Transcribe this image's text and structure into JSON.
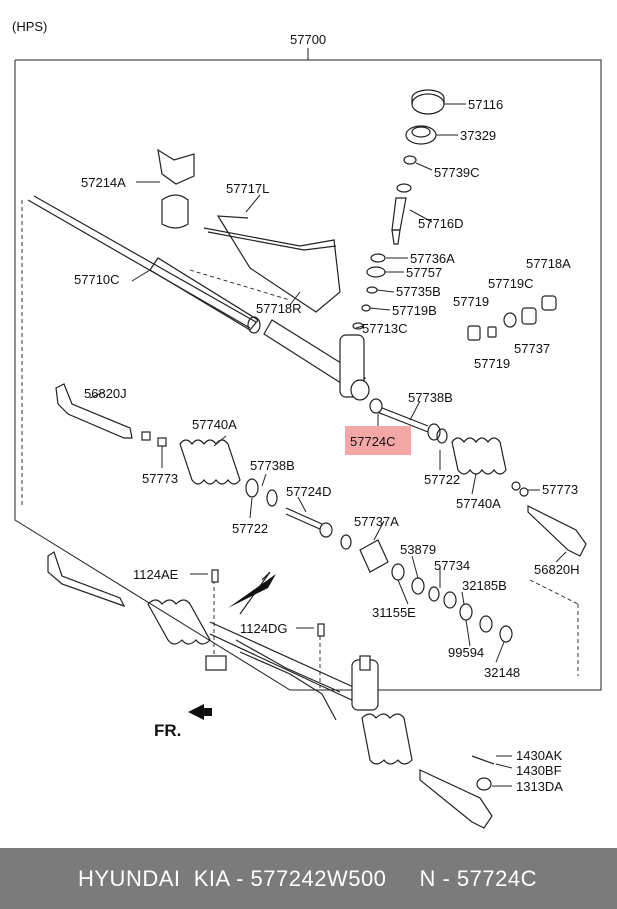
{
  "header": {
    "system_label": "(HPS)",
    "assembly_number": "57700"
  },
  "highlight": {
    "part_number": "57724C",
    "color": "#f4a7a7"
  },
  "parts": [
    "57116",
    "37329",
    "57739C",
    "57716D",
    "57736A",
    "57757",
    "57735B",
    "57719B",
    "57713C",
    "57718A",
    "57719C",
    "57719",
    "57737",
    "57719",
    "57214A",
    "57717L",
    "57710C",
    "57718R",
    "56820J",
    "57740A",
    "57773",
    "57738B",
    "57722",
    "57724D",
    "57737A",
    "57738B",
    "57722",
    "57740A",
    "57773",
    "56820H",
    "53879",
    "57734",
    "32185B",
    "31155E",
    "99594",
    "32148",
    "1124AE",
    "1124DG",
    "FR.",
    "1430AK",
    "1430BF",
    "1313DA"
  ],
  "footer": {
    "text": "HYUNDAI  KIA - 577242W500     N - 57724C",
    "background": "#7b7b7b"
  }
}
